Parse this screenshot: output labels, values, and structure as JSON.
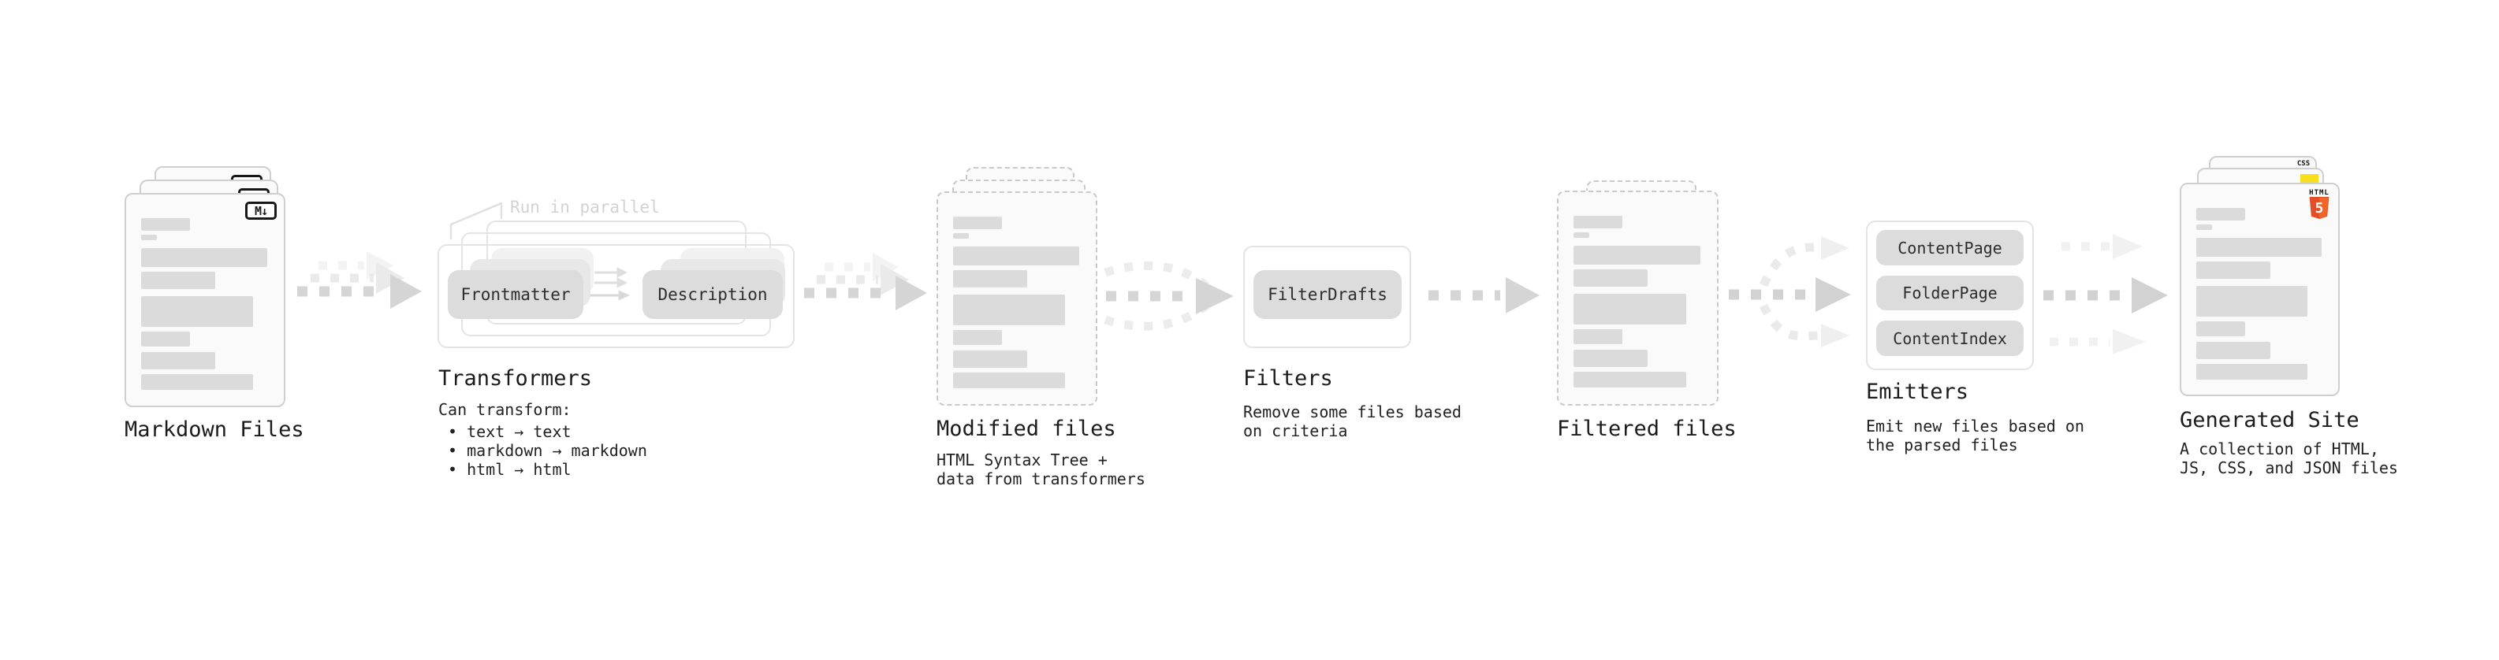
{
  "stages": {
    "markdown": {
      "label": "Markdown Files",
      "badge": "M↓"
    },
    "transformers": {
      "label": "Transformers",
      "note": "Run in parallel",
      "pill_frontmatter": "Frontmatter",
      "pill_description": "Description",
      "desc_title": "Can transform:",
      "bullets": [
        "• text → text",
        "• markdown → markdown",
        "• html → html"
      ]
    },
    "modified": {
      "label": "Modified files",
      "desc": [
        "HTML Syntax Tree +",
        "data from transformers"
      ]
    },
    "filters": {
      "label": "Filters",
      "pill": "FilterDrafts",
      "desc": [
        "Remove some files based",
        "on criteria"
      ]
    },
    "filtered": {
      "label": "Filtered files"
    },
    "emitters": {
      "label": "Emitters",
      "pills": [
        "ContentPage",
        "FolderPage",
        "ContentIndex"
      ],
      "desc": [
        "Emit new files based on",
        "the parsed files"
      ]
    },
    "generated": {
      "label": "Generated Site",
      "desc": [
        "A collection of HTML,",
        "JS, CSS, and JSON files"
      ],
      "badge_css": "CSS",
      "badge_html": "HTML",
      "badge_html_number": "5"
    }
  },
  "colors": {
    "arrow": "#d5d5d5",
    "arrow_ghost": "#eaeaea",
    "arrow_ghost_light": "#f3f3f3",
    "card_border": "#cfcfcf",
    "card_fill": "#fafafa",
    "bar": "#dbdbdb",
    "pill_fill": "#dcdcdc",
    "container_border": "#e4e4e4",
    "note_text": "#d2d2d2",
    "heading_text": "#1b1b1b",
    "css_blue": "#2965f1",
    "js_yellow": "#f7df1e",
    "html5_orange": "#e44d26",
    "html5_orange_light": "#f16529"
  }
}
